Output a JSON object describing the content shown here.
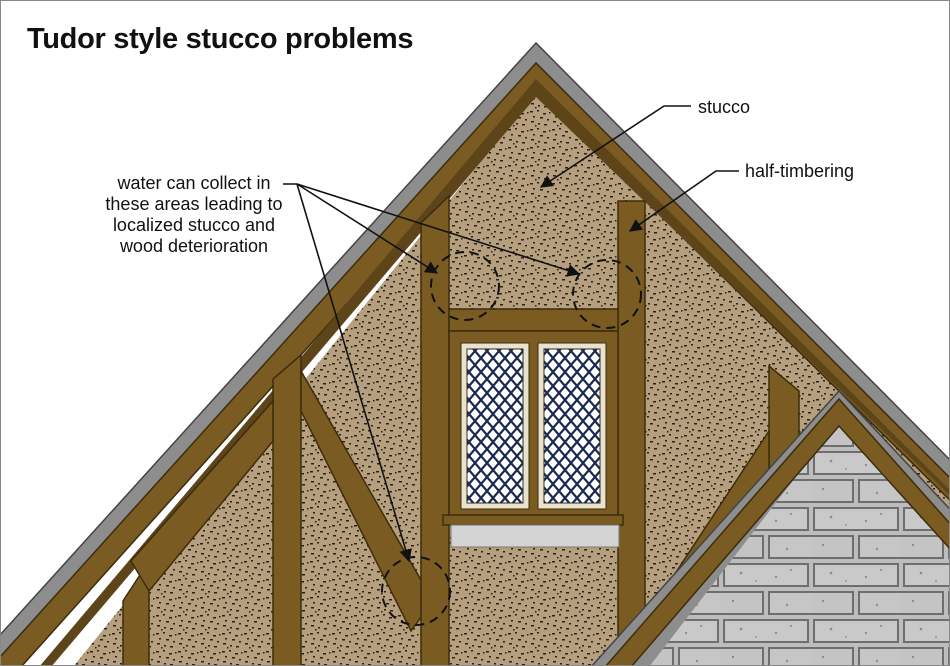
{
  "title": "Tudor style stucco problems",
  "labels": {
    "stucco": "stucco",
    "half_timbering": "half-timbering",
    "water_lines": [
      "water can collect in",
      "these areas leading to",
      "localized stucco and",
      "wood deterioration"
    ]
  },
  "colors": {
    "timber": "#7a5c22",
    "timber_edge": "#3d2c0c",
    "stucco": "#b59f7e",
    "roof": "#8d8d8d",
    "stone": "#bdbdbd",
    "sill": "#d4d4d4"
  }
}
